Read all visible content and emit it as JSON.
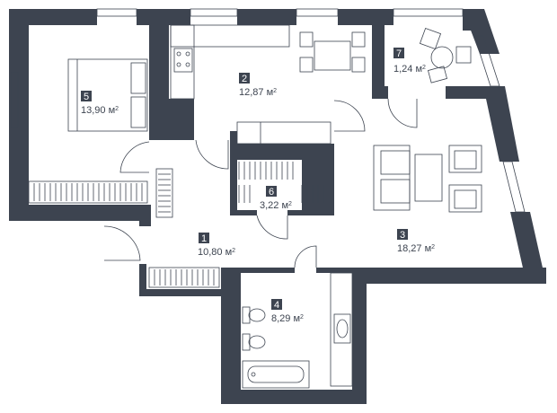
{
  "plan": {
    "area_unit": "м",
    "area_unit_sup": "2",
    "rooms": [
      {
        "number": "1",
        "area": "10,80"
      },
      {
        "number": "2",
        "area": "12,87"
      },
      {
        "number": "3",
        "area": "18,27"
      },
      {
        "number": "4",
        "area": "8,29"
      },
      {
        "number": "5",
        "area": "13,90"
      },
      {
        "number": "6",
        "area": "3,22"
      },
      {
        "number": "7",
        "area": "1,24"
      }
    ]
  },
  "colors": {
    "wall": "#3d4450",
    "background": "#ffffff"
  }
}
